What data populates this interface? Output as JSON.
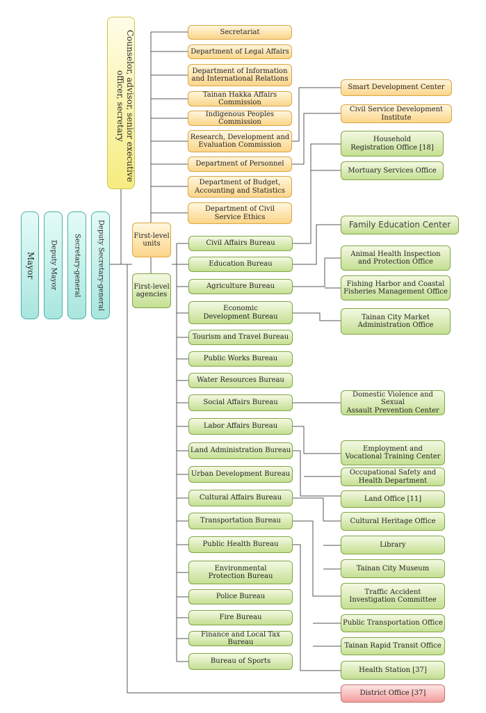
{
  "leadership": {
    "mayor": "Mayor",
    "deputy_mayor": "Deputy Mayor",
    "secretary_general": "Secretary-general",
    "deputy_secretary_general": "Deputy Secretary-general",
    "counselor": "Counselor, advisor, senior executive officer, secretary"
  },
  "groups": {
    "units": "First-level units",
    "agencies": "First-level agencies"
  },
  "units": [
    "Secretariat",
    "Department of Legal Affairs",
    "Department of Information\nand International Relations",
    "Tainan Hakka Affairs Commission",
    "Indigenous Peoples Commission",
    "Research, Development and\nEvaluation Commission",
    "Department of Personnel",
    "Department of Budget,\nAccounting and Statistics",
    "Department of Civil\nService Ethics"
  ],
  "agencies": [
    "Civil Affairs Bureau",
    "Education Bureau",
    "Agriculture Bureau",
    "Economic\nDevelopment Bureau",
    "Tourism and Travel Bureau",
    "Public Works Bureau",
    "Water Resources Bureau",
    "Social Affairs Bureau",
    "Labor Affairs Bureau",
    "Land Administration  Bureau",
    "Urban Development  Bureau",
    "Cultural Affairs Bureau",
    "Transportation Bureau",
    "Public Health Bureau",
    "Environmental\nProtection Bureau",
    "Police Bureau",
    "Fire Bureau",
    "Finance and Local Tax Bureau",
    "Bureau of  Sports"
  ],
  "subordinates": [
    "Smart Development Center",
    "Civil Service Development Institute",
    "Household\nRegistration Office [18]",
    "Mortuary Services Office",
    "Family Education Center",
    "Animal Health Inspection\nand Protection Office",
    "Fishing Harbor and Coastal\nFisheries Management Office",
    "Tainan City Market\nAdministration Office",
    "Domestic Violence and Sexual\nAssault Prevention Center",
    "Employment and\nVocational Training Center",
    "Occupational Safety and\nHealth Department",
    "Land Office [11]",
    "Cultural Heritage Office",
    "Library",
    "Tainan City Museum",
    "Traffic Accident\nInvestigation Committee",
    "Public Transportation Office",
    "Tainan Rapid Transit Office",
    "Health Station [37]",
    "District Office [37]"
  ]
}
